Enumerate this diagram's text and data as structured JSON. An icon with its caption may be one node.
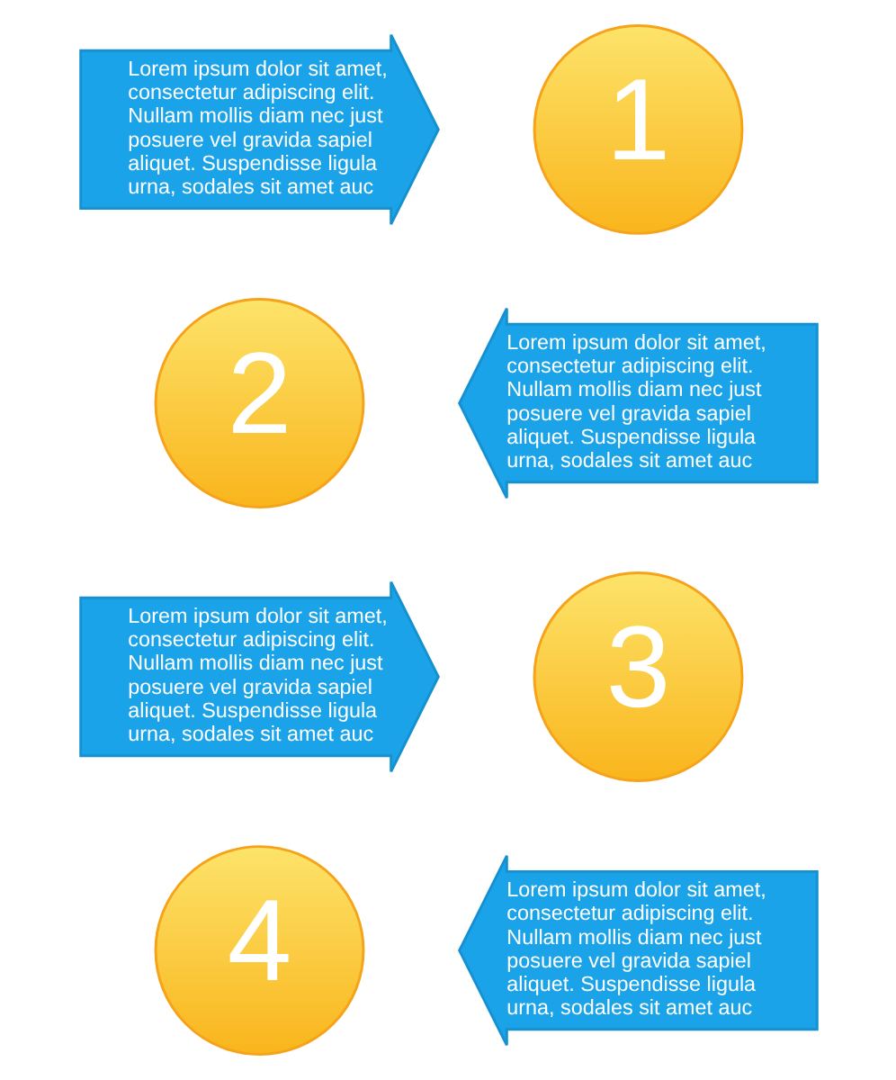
{
  "diagram": {
    "nodes": [
      {
        "text": [
          "Lorem ipsum dolor sit amet, consectetur adipiscing elit. Nullam mollis diam nec just posuere vel gravida sapiel aliquet. Suspendisse ligula urna, sodales sit amet auc"
        ]
      },
      {
        "text": [
          "1"
        ]
      },
      {
        "text": [
          "2"
        ]
      },
      {
        "text": [
          "Lorem ipsum dolor sit amet, consectetur adipiscing elit. Nullam mollis diam nec just posuere vel gravida sapiel aliquet. Suspendisse ligula urna, sodales sit amet auc"
        ]
      },
      {
        "text": [
          "Lorem ipsum dolor sit amet, consectetur adipiscing elit. Nullam mollis diam nec just posuere vel gravida sapiel aliquet. Suspendisse ligula urna, sodales sit amet auc"
        ]
      },
      {
        "text": [
          "3"
        ]
      },
      {
        "text": [
          "4"
        ]
      },
      {
        "text": [
          "Lorem ipsum dolor sit amet, consectetur adipiscing elit. Nullam mollis diam nec just posuere vel gravida sapiel aliquet. Suspendisse ligula urna, sodales sit amet auc"
        ]
      }
    ]
  }
}
